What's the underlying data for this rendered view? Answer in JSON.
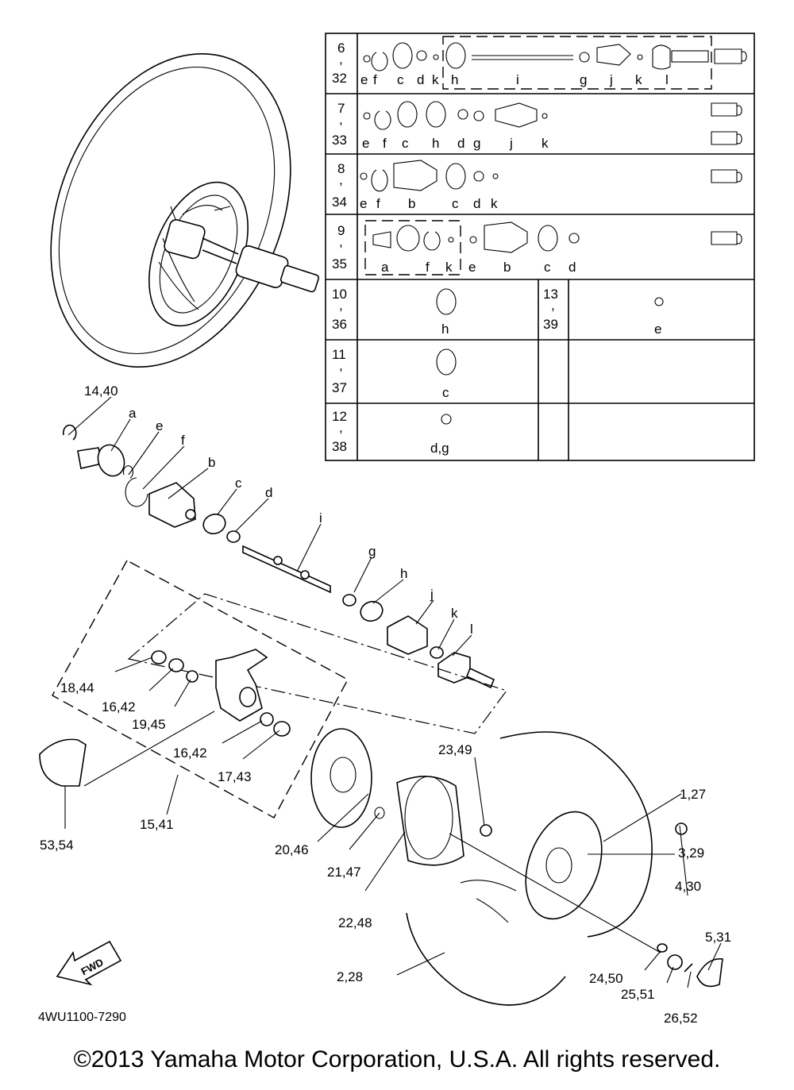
{
  "diagram_code": "4WU1100-7290",
  "fwd_label": "FWD",
  "copyright": "©2013 Yamaha Motor Corporation, U.S.A. All rights reserved.",
  "callouts": [
    {
      "id": "c-14-40",
      "text": "14,40"
    },
    {
      "id": "c-a",
      "text": "a"
    },
    {
      "id": "c-e",
      "text": "e"
    },
    {
      "id": "c-f",
      "text": "f"
    },
    {
      "id": "c-b",
      "text": "b"
    },
    {
      "id": "c-c",
      "text": "c"
    },
    {
      "id": "c-d",
      "text": "d"
    },
    {
      "id": "c-i",
      "text": "i"
    },
    {
      "id": "c-g",
      "text": "g"
    },
    {
      "id": "c-h",
      "text": "h"
    },
    {
      "id": "c-j",
      "text": "j"
    },
    {
      "id": "c-k",
      "text": "k"
    },
    {
      "id": "c-l",
      "text": "l"
    },
    {
      "id": "c-18-44",
      "text": "18,44"
    },
    {
      "id": "c-16-42a",
      "text": "16,42"
    },
    {
      "id": "c-19-45",
      "text": "19,45"
    },
    {
      "id": "c-16-42b",
      "text": "16,42"
    },
    {
      "id": "c-17-43",
      "text": "17,43"
    },
    {
      "id": "c-15-41",
      "text": "15,41"
    },
    {
      "id": "c-53-54",
      "text": "53,54"
    },
    {
      "id": "c-20-46",
      "text": "20,46"
    },
    {
      "id": "c-21-47",
      "text": "21,47"
    },
    {
      "id": "c-22-48",
      "text": "22,48"
    },
    {
      "id": "c-23-49",
      "text": "23,49"
    },
    {
      "id": "c-1-27",
      "text": "1,27"
    },
    {
      "id": "c-3-29",
      "text": "3,29"
    },
    {
      "id": "c-4-30",
      "text": "4,30"
    },
    {
      "id": "c-5-31",
      "text": "5,31"
    },
    {
      "id": "c-2-28",
      "text": "2,28"
    },
    {
      "id": "c-24-50",
      "text": "24,50"
    },
    {
      "id": "c-25-51",
      "text": "25,51"
    },
    {
      "id": "c-26-52",
      "text": "26,52"
    }
  ],
  "kit_table": {
    "rows": [
      {
        "top": "6",
        "sep": ",",
        "bottom": "32",
        "letters": [
          "e",
          "f",
          "c",
          "d",
          "k",
          "h",
          "i",
          "g",
          "j",
          "k",
          "l"
        ]
      },
      {
        "top": "7",
        "sep": ",",
        "bottom": "33",
        "letters": [
          "e",
          "f",
          "c",
          "h",
          "d",
          "g",
          "j",
          "k"
        ]
      },
      {
        "top": "8",
        "sep": ",",
        "bottom": "34",
        "letters": [
          "e",
          "f",
          "b",
          "c",
          "d",
          "k"
        ]
      },
      {
        "top": "9",
        "sep": ",",
        "bottom": "35",
        "letters": [
          "a",
          "f",
          "k",
          "e",
          "b",
          "c",
          "d"
        ]
      },
      {
        "top": "10",
        "sep": ",",
        "bottom": "36",
        "letters": [
          "h"
        ]
      },
      {
        "top": "11",
        "sep": ",",
        "bottom": "37",
        "letters": [
          "c"
        ]
      },
      {
        "top": "12",
        "sep": ",",
        "bottom": "38",
        "letters": [
          "d,g"
        ]
      },
      {
        "top": "13",
        "sep": ",",
        "bottom": "39",
        "letters": [
          "e"
        ]
      }
    ]
  }
}
